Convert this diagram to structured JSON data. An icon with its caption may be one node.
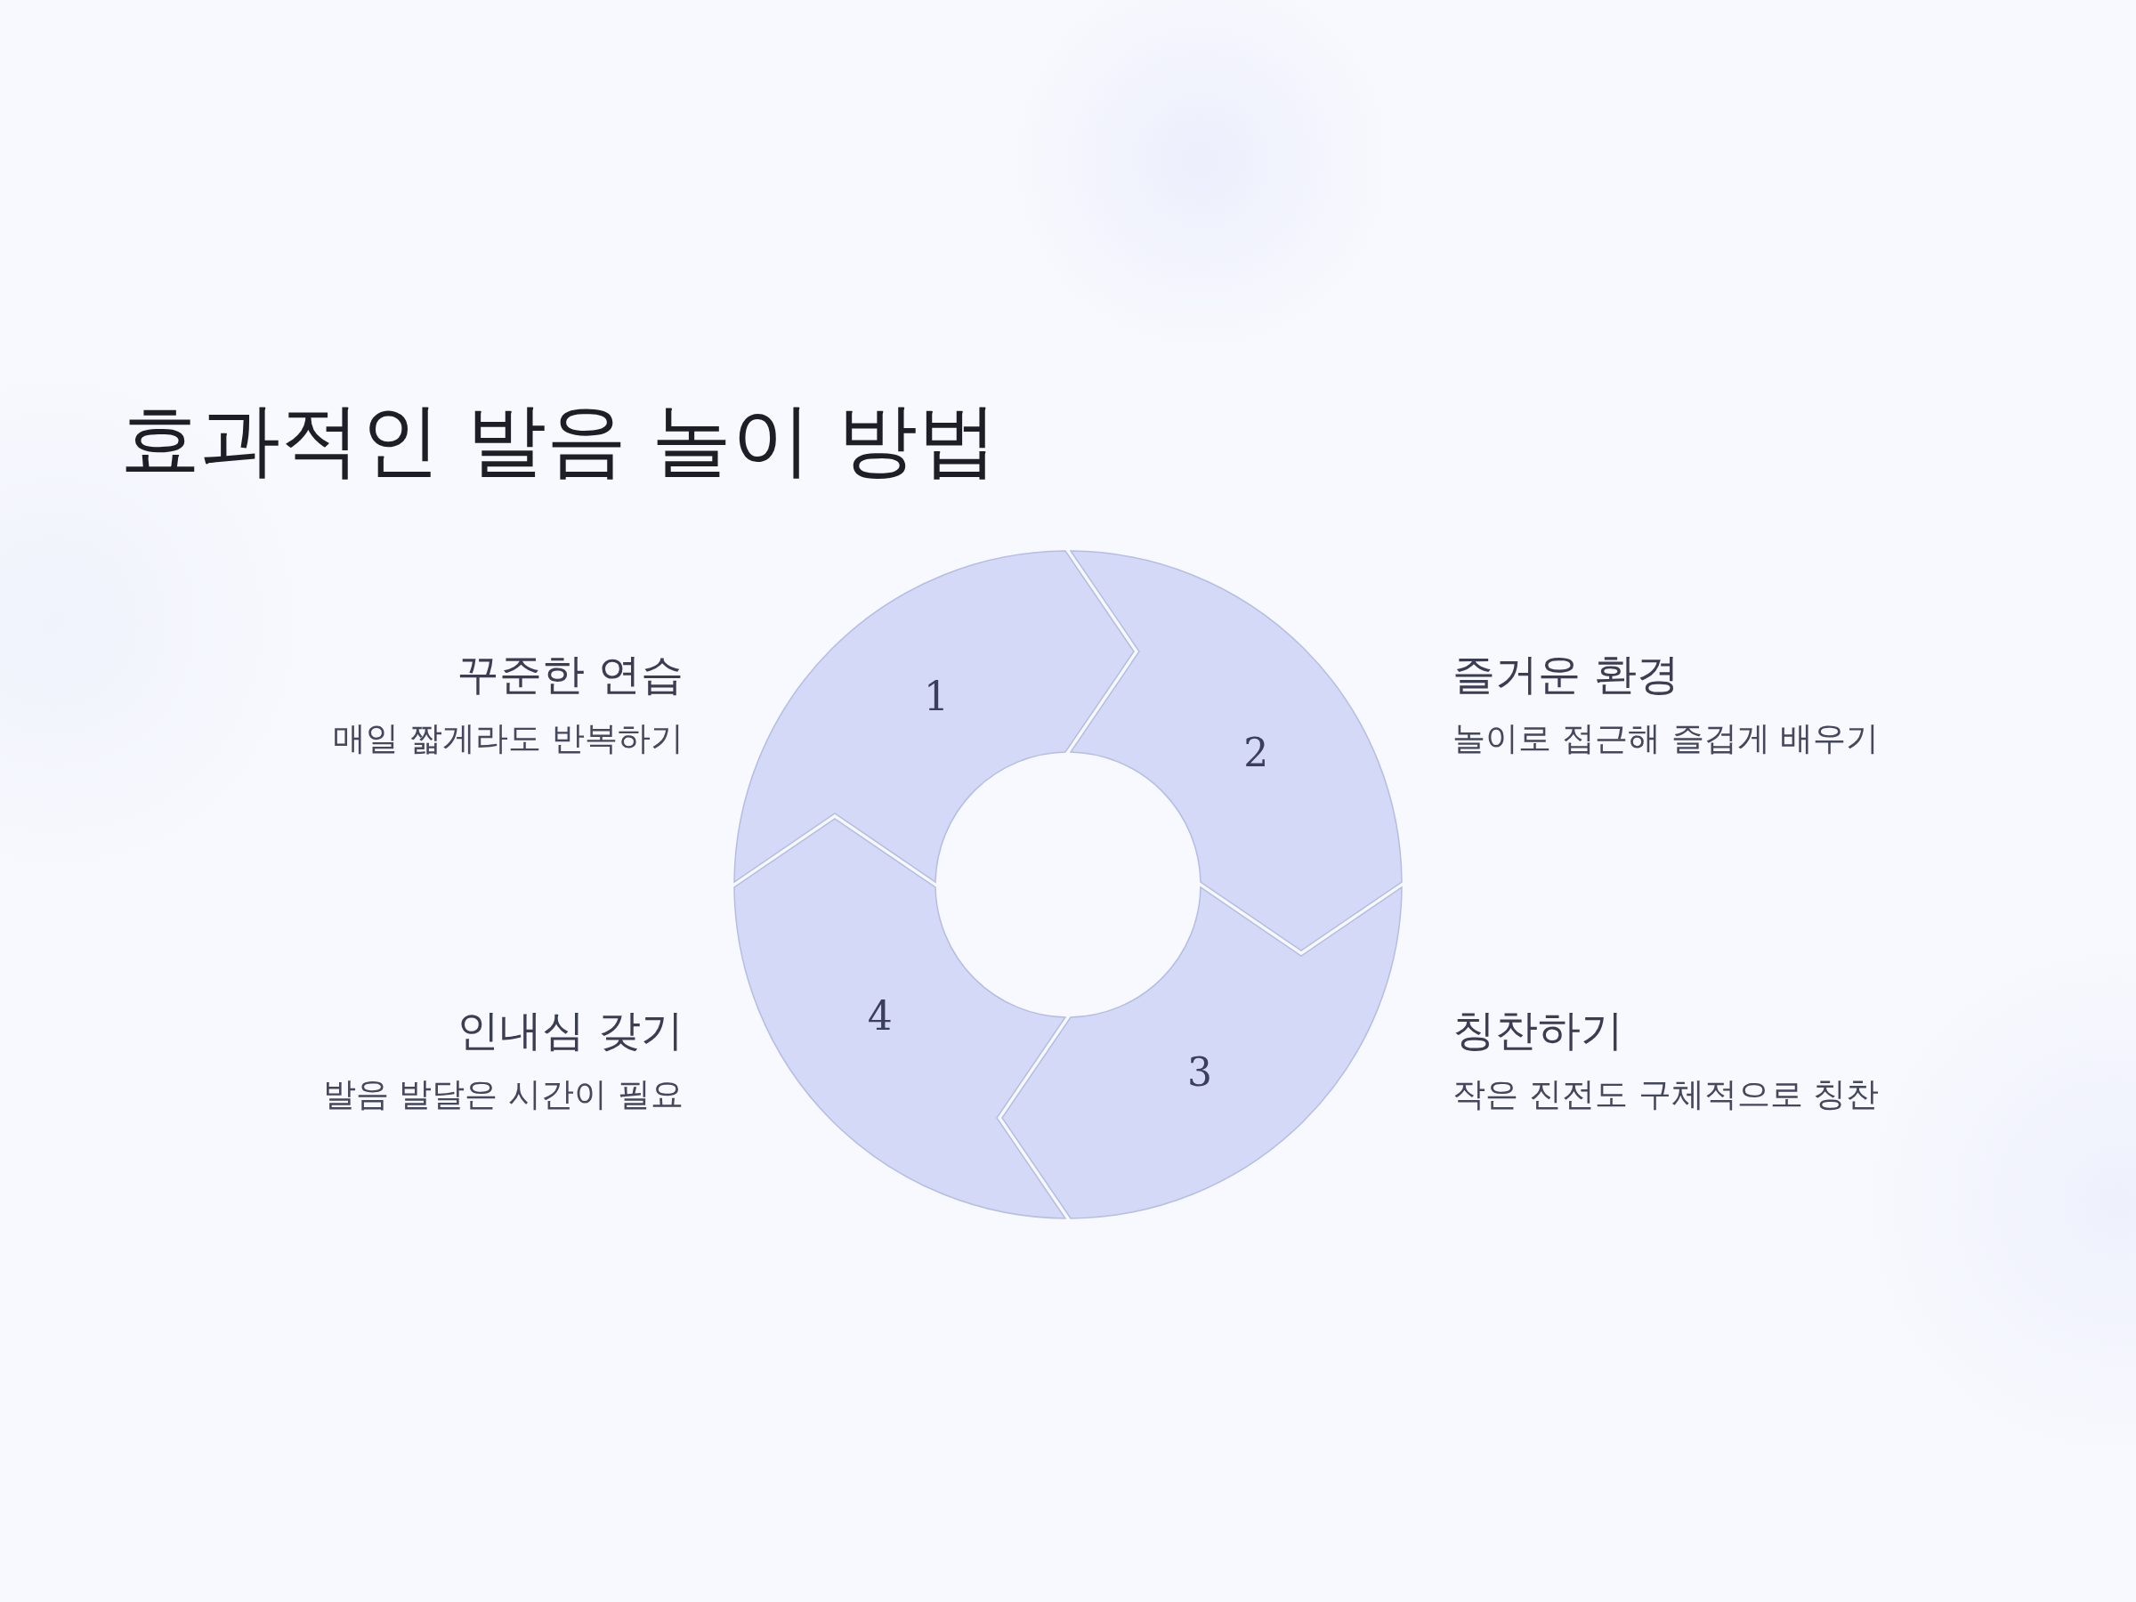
{
  "diagram": {
    "title": "효과적인 발음 놀이 방법",
    "nodes": [
      {
        "text": [
          "1"
        ],
        "beside": [
          "꾸준한 연습",
          "매일 짧게라도 반복하기"
        ]
      },
      {
        "text": [
          "2"
        ],
        "beside": [
          "즐거운 환경",
          "놀이로 접근해 즐겁게 배우기"
        ]
      },
      {
        "text": [
          "3"
        ],
        "beside": [
          "칭찬하기",
          "작은 진전도 구체적으로 칭찬"
        ]
      },
      {
        "text": [
          "4"
        ],
        "beside": [
          "인내심 갖기",
          "발음 발달은 시간이 필요"
        ]
      }
    ]
  }
}
